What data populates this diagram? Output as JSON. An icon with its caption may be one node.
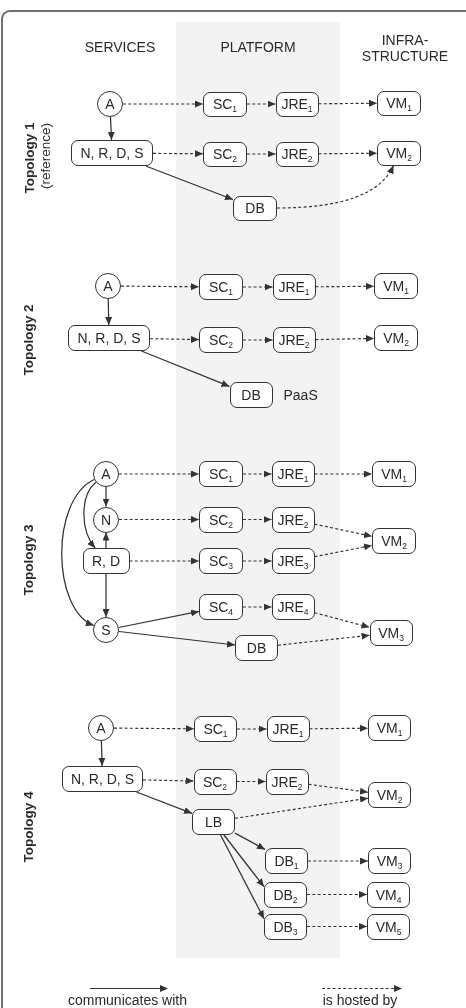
{
  "diagram": {
    "nodes": [
      {
        "text": [
          "PLATFORM"
        ]
      },
      {
        "text": [
          "A"
        ]
      },
      {
        "text": [
          "SC$_{1}$"
        ],
        "in": 0
      },
      {
        "text": [
          "JRE$_{1}$"
        ],
        "in": 0
      },
      {
        "text": [
          "VM$_{1}$"
        ]
      },
      {
        "text": [
          "N, R, D, S"
        ]
      },
      {
        "text": [
          "SC$_{2}$"
        ],
        "in": 0
      },
      {
        "text": [
          "JRE$_{2}$"
        ],
        "in": 0
      },
      {
        "text": [
          "VM$_{2}$"
        ]
      },
      {
        "text": [
          "DB"
        ],
        "in": 0
      },
      {
        "text": [
          "A"
        ]
      },
      {
        "text": [
          "SC$_{1}$"
        ],
        "in": 0
      },
      {
        "text": [
          "JRE$_{1}$"
        ],
        "in": 0
      },
      {
        "text": [
          "VM$_{1}$"
        ]
      },
      {
        "text": [
          "N, R, D, S"
        ]
      },
      {
        "text": [
          "SC$_{2}$"
        ],
        "in": 0
      },
      {
        "text": [
          "JRE$_{2}$"
        ],
        "in": 0
      },
      {
        "text": [
          "VM$_{2}$"
        ]
      },
      {
        "text": [
          "DB"
        ],
        "in": 0,
        "beside": [
          "PaaS"
        ]
      },
      {
        "text": [
          "A"
        ]
      },
      {
        "text": [
          "SC$_{1}$"
        ],
        "in": 0
      },
      {
        "text": [
          "JRE$_{1}$"
        ],
        "in": 0
      },
      {
        "text": [
          "VM$_{1}$"
        ]
      },
      {
        "text": [
          "N"
        ]
      },
      {
        "text": [
          "SC$_{2}$"
        ],
        "in": 0
      },
      {
        "text": [
          "JRE$_{2}$"
        ],
        "in": 0
      },
      {
        "text": [
          "VM$_{2}$"
        ]
      },
      {
        "text": [
          "R, D"
        ]
      },
      {
        "text": [
          "SC$_{3}$"
        ],
        "in": 0
      },
      {
        "text": [
          "JRE$_{3}$"
        ],
        "in": 0
      },
      {
        "text": [
          "SC$_{4}$"
        ],
        "in": 0
      },
      {
        "text": [
          "JRE$_{4}$"
        ],
        "in": 0
      },
      {
        "text": [
          "S"
        ]
      },
      {
        "text": [
          "VM$_{3}$"
        ]
      },
      {
        "text": [
          "DB"
        ],
        "in": 0
      },
      {
        "text": [
          "A"
        ]
      },
      {
        "text": [
          "SC$_{1}$"
        ],
        "in": 0
      },
      {
        "text": [
          "JRE$_{1}$"
        ],
        "in": 0
      },
      {
        "text": [
          "VM$_{1}$"
        ]
      },
      {
        "text": [
          "N, R, D, S"
        ]
      },
      {
        "text": [
          "SC$_{2}$"
        ],
        "in": 0
      },
      {
        "text": [
          "JRE$_{2}$"
        ],
        "in": 0
      },
      {
        "text": [
          "VM$_{2}$"
        ]
      },
      {
        "text": [
          "LB"
        ],
        "in": 0
      },
      {
        "text": [
          "DB$_{1}$"
        ],
        "in": 0
      },
      {
        "text": [
          "VM$_{3}$"
        ]
      },
      {
        "text": [
          "DB$_{2}$"
        ],
        "in": 0
      },
      {
        "text": [
          "VM$_{4}$"
        ]
      },
      {
        "text": [
          "DB$_{3}$"
        ],
        "in": 0
      },
      {
        "text": [
          "VM$_{5}$"
        ]
      }
    ],
    "edges": [
      {
        "from": 1,
        "to": 2,
        "arrow": "to",
        "style": "dashed"
      },
      {
        "from": 2,
        "to": 3,
        "arrow": "to",
        "style": "dashed"
      },
      {
        "from": 3,
        "to": 4,
        "arrow": "to",
        "style": "dashed"
      },
      {
        "from": 1,
        "to": 5,
        "arrow": "to"
      },
      {
        "from": 5,
        "to": 6,
        "arrow": "to",
        "style": "dashed"
      },
      {
        "from": 6,
        "to": 7,
        "arrow": "to",
        "style": "dashed"
      },
      {
        "from": 7,
        "to": 8,
        "arrow": "to",
        "style": "dashed"
      },
      {
        "from": 5,
        "to": 9,
        "arrow": "to"
      },
      {
        "from": 9,
        "to": 8,
        "arrow": "to",
        "style": "dashed"
      },
      {
        "from": 10,
        "to": 11,
        "arrow": "to",
        "style": "dashed"
      },
      {
        "from": 11,
        "to": 12,
        "arrow": "to",
        "style": "dashed"
      },
      {
        "from": 12,
        "to": 13,
        "arrow": "to",
        "style": "dashed"
      },
      {
        "from": 10,
        "to": 14,
        "arrow": "to"
      },
      {
        "from": 14,
        "to": 15,
        "arrow": "to",
        "style": "dashed"
      },
      {
        "from": 15,
        "to": 16,
        "arrow": "to",
        "style": "dashed"
      },
      {
        "from": 16,
        "to": 17,
        "arrow": "to",
        "style": "dashed"
      },
      {
        "from": 14,
        "to": 18,
        "arrow": "to"
      },
      {
        "from": 19,
        "to": 20,
        "arrow": "to",
        "style": "dashed"
      },
      {
        "from": 20,
        "to": 21,
        "arrow": "to",
        "style": "dashed"
      },
      {
        "from": 21,
        "to": 22,
        "arrow": "to",
        "style": "dashed"
      },
      {
        "from": 19,
        "to": 23,
        "arrow": "to"
      },
      {
        "from": 19,
        "to": 27,
        "arrow": "to"
      },
      {
        "from": 19,
        "to": 32,
        "arrow": "to"
      },
      {
        "from": 27,
        "to": 23,
        "arrow": "to"
      },
      {
        "from": 27,
        "to": 32,
        "arrow": "to"
      },
      {
        "from": 23,
        "to": 24,
        "arrow": "to",
        "style": "dashed"
      },
      {
        "from": 24,
        "to": 25,
        "arrow": "to",
        "style": "dashed"
      },
      {
        "from": 25,
        "to": 26,
        "arrow": "to",
        "style": "dashed"
      },
      {
        "from": 27,
        "to": 28,
        "arrow": "to",
        "style": "dashed"
      },
      {
        "from": 28,
        "to": 29,
        "arrow": "to",
        "style": "dashed"
      },
      {
        "from": 29,
        "to": 26,
        "arrow": "to",
        "style": "dashed"
      },
      {
        "from": 32,
        "to": 30,
        "arrow": "to"
      },
      {
        "from": 30,
        "to": 31,
        "arrow": "to",
        "style": "dashed"
      },
      {
        "from": 31,
        "to": 33,
        "arrow": "to",
        "style": "dashed"
      },
      {
        "from": 32,
        "to": 34,
        "arrow": "to"
      },
      {
        "from": 34,
        "to": 33,
        "arrow": "to",
        "style": "dashed"
      },
      {
        "from": 35,
        "to": 36,
        "arrow": "to",
        "style": "dashed"
      },
      {
        "from": 36,
        "to": 37,
        "arrow": "to",
        "style": "dashed"
      },
      {
        "from": 37,
        "to": 38,
        "arrow": "to",
        "style": "dashed"
      },
      {
        "from": 35,
        "to": 39,
        "arrow": "to"
      },
      {
        "from": 39,
        "to": 40,
        "arrow": "to",
        "style": "dashed"
      },
      {
        "from": 40,
        "to": 41,
        "arrow": "to",
        "style": "dashed"
      },
      {
        "from": 41,
        "to": 42,
        "arrow": "to",
        "style": "dashed"
      },
      {
        "from": 39,
        "to": 43,
        "arrow": "to"
      },
      {
        "from": 43,
        "to": 42,
        "arrow": "to",
        "style": "dashed"
      },
      {
        "from": 43,
        "to": 44,
        "arrow": "to"
      },
      {
        "from": 43,
        "to": 46,
        "arrow": "to"
      },
      {
        "from": 43,
        "to": 48,
        "arrow": "to"
      },
      {
        "from": 44,
        "to": 45,
        "arrow": "to",
        "style": "dashed"
      },
      {
        "from": 46,
        "to": 47,
        "arrow": "to",
        "style": "dashed"
      },
      {
        "from": 48,
        "to": 49,
        "arrow": "to",
        "style": "dashed"
      }
    ],
    "labels": [
      "SERVICES",
      "INFRA- STRUCTURE",
      "Topology 1",
      "(reference)",
      "Topology 2",
      "Topology 3",
      "Topology 4"
    ],
    "legend": [
      {
        "text": "communicates with"
      },
      {
        "text": "is hosted by"
      }
    ]
  }
}
